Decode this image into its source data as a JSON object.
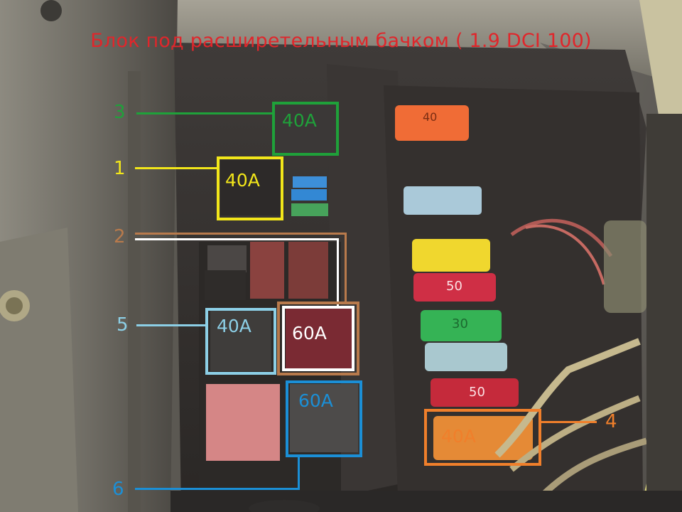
{
  "title": "Блок под расширетельным бачком ( 1.9 DCI 100)",
  "colors": {
    "title": "#e0262b",
    "callout_3": "#1fa13a",
    "callout_1": "#f2e61a",
    "callout_2": "#b87a4c",
    "callout_2_line": "#ffffff",
    "callout_5": "#8ccfe6",
    "callout_6": "#1b8fd6",
    "callout_4": "#f07f2b"
  },
  "callouts": [
    {
      "id": "3",
      "number": "3",
      "rating": "40A"
    },
    {
      "id": "1",
      "number": "1",
      "rating": "40A"
    },
    {
      "id": "2",
      "number": "2",
      "rating": "60A"
    },
    {
      "id": "5",
      "number": "5",
      "rating": "40A"
    },
    {
      "id": "6",
      "number": "6",
      "rating": "60A"
    },
    {
      "id": "4",
      "number": "4",
      "rating": "40A"
    }
  ],
  "fuse_labels": [
    "40",
    "50",
    "30",
    "50"
  ]
}
